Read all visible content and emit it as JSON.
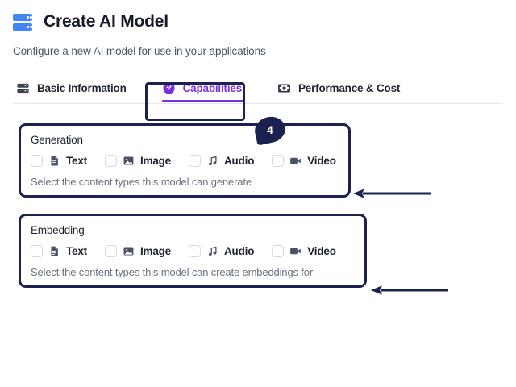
{
  "header": {
    "icon": "database-icon",
    "title": "Create AI Model",
    "subtitle": "Configure a new AI model for use in your applications"
  },
  "tabs": [
    {
      "id": "basic-information",
      "label": "Basic Information",
      "icon": "database-icon",
      "active": false
    },
    {
      "id": "capabilities",
      "label": "Capabilities",
      "icon": "gauge-icon",
      "active": true
    },
    {
      "id": "performance-cost",
      "label": "Performance & Cost",
      "icon": "banknote-icon",
      "active": false
    }
  ],
  "annotations": {
    "step_number": "4",
    "highlight_target": "capabilities",
    "arrows": [
      {
        "id": "arrow-generation",
        "points_to": "generation-card",
        "direction": "left"
      },
      {
        "id": "arrow-embedding",
        "points_to": "embedding-card",
        "direction": "left"
      }
    ]
  },
  "cards": [
    {
      "id": "generation",
      "title": "Generation",
      "help": "Select the content types this model can generate",
      "options": [
        {
          "id": "text",
          "label": "Text",
          "icon": "document-icon",
          "checked": false
        },
        {
          "id": "image",
          "label": "Image",
          "icon": "image-icon",
          "checked": false
        },
        {
          "id": "audio",
          "label": "Audio",
          "icon": "music-note-icon",
          "checked": false
        },
        {
          "id": "video",
          "label": "Video",
          "icon": "video-camera-icon",
          "checked": false
        }
      ]
    },
    {
      "id": "embedding",
      "title": "Embedding",
      "help": "Select the content types this model can create embeddings for",
      "options": [
        {
          "id": "text",
          "label": "Text",
          "icon": "document-icon",
          "checked": false
        },
        {
          "id": "image",
          "label": "Image",
          "icon": "image-icon",
          "checked": false
        },
        {
          "id": "audio",
          "label": "Audio",
          "icon": "music-note-icon",
          "checked": false
        },
        {
          "id": "video",
          "label": "Video",
          "icon": "video-camera-icon",
          "checked": false
        }
      ]
    }
  ],
  "colors": {
    "brand_blue": "#4285f4",
    "accent_purple": "#7c2fe0",
    "annotation_navy": "#1b2150",
    "icon_slate": "#4a5264",
    "text_primary": "#1f2430",
    "text_muted": "#6b7280"
  }
}
